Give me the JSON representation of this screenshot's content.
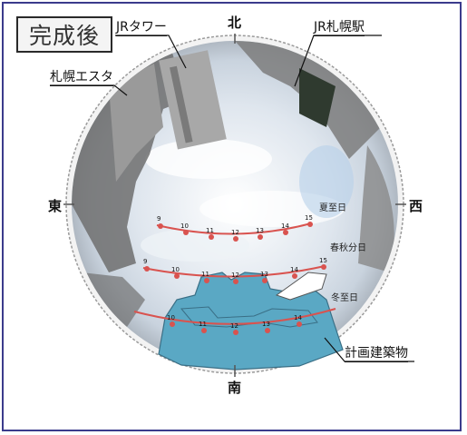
{
  "title": "完成後",
  "directions": {
    "north": "北",
    "south": "南",
    "east": "東",
    "west": "西"
  },
  "labels": {
    "jr_tower": "JRタワー",
    "jr_station": "JR札幌駅",
    "esta": "札幌エスタ",
    "building": "計画建築物"
  },
  "sun_paths": [
    {
      "name": "夏至日",
      "hours": [
        "9",
        "10",
        "11",
        "12",
        "13",
        "14",
        "15"
      ]
    },
    {
      "name": "春秋分日",
      "hours": [
        "9",
        "10",
        "11",
        "12",
        "13",
        "14",
        "15"
      ]
    },
    {
      "name": "冬至日",
      "hours": [
        "10",
        "11",
        "12",
        "13",
        "14"
      ]
    }
  ],
  "colors": {
    "frame": "#3b3b8c",
    "sun_path": "#d9534f",
    "building": "#5aa8c4"
  }
}
